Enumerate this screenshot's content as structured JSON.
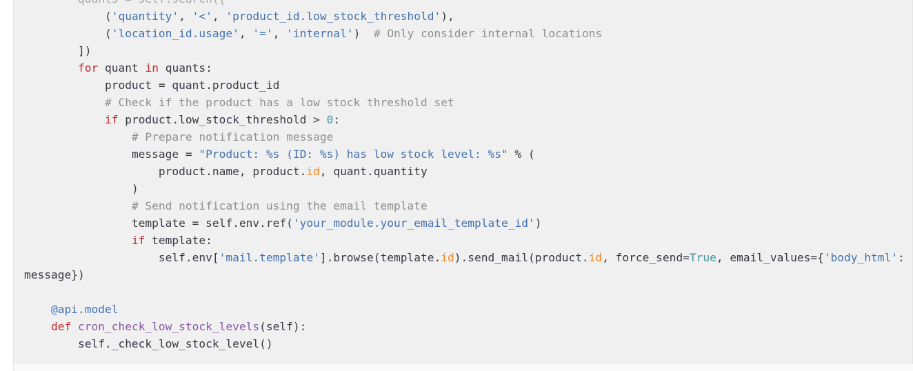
{
  "code": {
    "language": "python",
    "lines": [
      {
        "indent": "        ",
        "tokens": [
          {
            "t": "t",
            "v": "quants = self.search(["
          }
        ],
        "faded": true
      },
      {
        "indent": "            ",
        "tokens": [
          {
            "t": "t",
            "v": "("
          },
          {
            "t": "str",
            "v": "'quantity'"
          },
          {
            "t": "t",
            "v": ", "
          },
          {
            "t": "str",
            "v": "'<'"
          },
          {
            "t": "t",
            "v": ", "
          },
          {
            "t": "str",
            "v": "'product_id.low_stock_threshold'"
          },
          {
            "t": "t",
            "v": "),"
          }
        ]
      },
      {
        "indent": "            ",
        "tokens": [
          {
            "t": "t",
            "v": "("
          },
          {
            "t": "str",
            "v": "'location_id.usage'"
          },
          {
            "t": "t",
            "v": ", "
          },
          {
            "t": "str",
            "v": "'='"
          },
          {
            "t": "t",
            "v": ", "
          },
          {
            "t": "str",
            "v": "'internal'"
          },
          {
            "t": "t",
            "v": ")  "
          },
          {
            "t": "cmt",
            "v": "# Only consider internal locations"
          }
        ]
      },
      {
        "indent": "        ",
        "tokens": [
          {
            "t": "t",
            "v": "])"
          }
        ]
      },
      {
        "indent": "        ",
        "tokens": [
          {
            "t": "kw",
            "v": "for"
          },
          {
            "t": "t",
            "v": " quant "
          },
          {
            "t": "kw",
            "v": "in"
          },
          {
            "t": "t",
            "v": " quants:"
          }
        ]
      },
      {
        "indent": "            ",
        "tokens": [
          {
            "t": "t",
            "v": "product = quant.product_id"
          }
        ]
      },
      {
        "indent": "            ",
        "tokens": [
          {
            "t": "cmt",
            "v": "# Check if the product has a low stock threshold set"
          }
        ]
      },
      {
        "indent": "            ",
        "tokens": [
          {
            "t": "kw",
            "v": "if"
          },
          {
            "t": "t",
            "v": " product.low_stock_threshold > "
          },
          {
            "t": "num",
            "v": "0"
          },
          {
            "t": "t",
            "v": ":"
          }
        ]
      },
      {
        "indent": "                ",
        "tokens": [
          {
            "t": "cmt",
            "v": "# Prepare notification message"
          }
        ]
      },
      {
        "indent": "                ",
        "tokens": [
          {
            "t": "t",
            "v": "message = "
          },
          {
            "t": "str",
            "v": "\"Product: %s (ID: %s) has low stock level: %s\""
          },
          {
            "t": "t",
            "v": " % ("
          }
        ]
      },
      {
        "indent": "                    ",
        "tokens": [
          {
            "t": "t",
            "v": "product.name, product."
          },
          {
            "t": "attr",
            "v": "id"
          },
          {
            "t": "t",
            "v": ", quant.quantity"
          }
        ]
      },
      {
        "indent": "                ",
        "tokens": [
          {
            "t": "t",
            "v": ")"
          }
        ]
      },
      {
        "indent": "                ",
        "tokens": [
          {
            "t": "cmt",
            "v": "# Send notification using the email template"
          }
        ]
      },
      {
        "indent": "                ",
        "tokens": [
          {
            "t": "t",
            "v": "template = self.env.ref("
          },
          {
            "t": "str",
            "v": "'your_module.your_email_template_id'"
          },
          {
            "t": "t",
            "v": ")"
          }
        ]
      },
      {
        "indent": "                ",
        "tokens": [
          {
            "t": "kw",
            "v": "if"
          },
          {
            "t": "t",
            "v": " template:"
          }
        ]
      },
      {
        "indent": "                    ",
        "tokens": [
          {
            "t": "t",
            "v": "self.env["
          },
          {
            "t": "str",
            "v": "'mail.template'"
          },
          {
            "t": "t",
            "v": "].browse(template."
          },
          {
            "t": "attr",
            "v": "id"
          },
          {
            "t": "t",
            "v": ").send_mail(product."
          },
          {
            "t": "attr",
            "v": "id"
          },
          {
            "t": "t",
            "v": ", force_send="
          },
          {
            "t": "blt",
            "v": "True"
          },
          {
            "t": "t",
            "v": ", email_values={"
          },
          {
            "t": "str",
            "v": "'body_html'"
          },
          {
            "t": "t",
            "v": ":"
          }
        ]
      },
      {
        "indent": "",
        "tokens": [
          {
            "t": "t",
            "v": "message})"
          }
        ]
      },
      {
        "indent": "",
        "tokens": []
      },
      {
        "indent": "    ",
        "tokens": [
          {
            "t": "dec",
            "v": "@api.model"
          }
        ]
      },
      {
        "indent": "    ",
        "tokens": [
          {
            "t": "kw",
            "v": "def"
          },
          {
            "t": "t",
            "v": " "
          },
          {
            "t": "fn",
            "v": "cron_check_low_stock_levels"
          },
          {
            "t": "t",
            "v": "(self):"
          }
        ]
      },
      {
        "indent": "        ",
        "tokens": [
          {
            "t": "t",
            "v": "self._check_low_stock_level()"
          }
        ]
      }
    ]
  },
  "colors": {
    "background": "#f0f0f0",
    "keyword": "#c82829",
    "string": "#4271ae",
    "comment": "#8e908c",
    "number": "#3e999f",
    "attribute": "#f5871f",
    "decorator": "#3e72b8",
    "function": "#8959a8",
    "text": "#383a42"
  }
}
